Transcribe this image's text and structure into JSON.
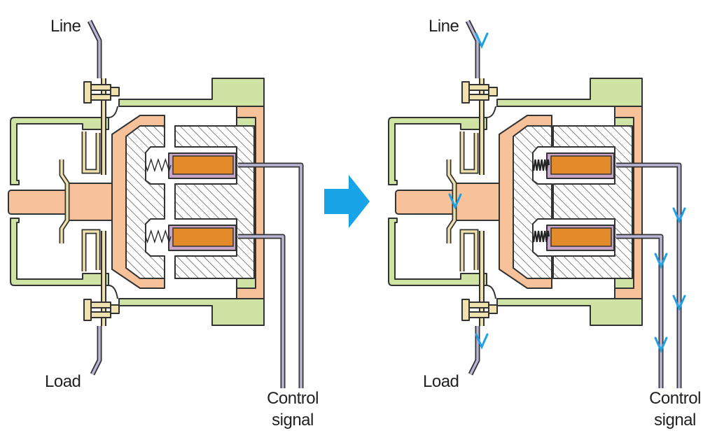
{
  "title": "Contactor operation: open and closed states",
  "colors": {
    "housing": "#cfe3a4",
    "armature": "#f7c29a",
    "coil": "#e38b2a",
    "coil_border": "#c8a6c8",
    "wire": "#b9b6d6",
    "terminal": "#efe2ae",
    "current_arrow": "#1ea0e6",
    "transition_arrow": "#1aa4e8"
  },
  "diagrams": [
    {
      "state": "open",
      "line_label": "Line",
      "load_label": "Load",
      "control_label_1": "Control",
      "control_label_2": "signal",
      "current_flow": false
    },
    {
      "state": "closed",
      "line_label": "Line",
      "load_label": "Load",
      "control_label_1": "Control",
      "control_label_2": "signal",
      "current_flow": true
    }
  ],
  "transition_icon": "right-arrow-icon"
}
